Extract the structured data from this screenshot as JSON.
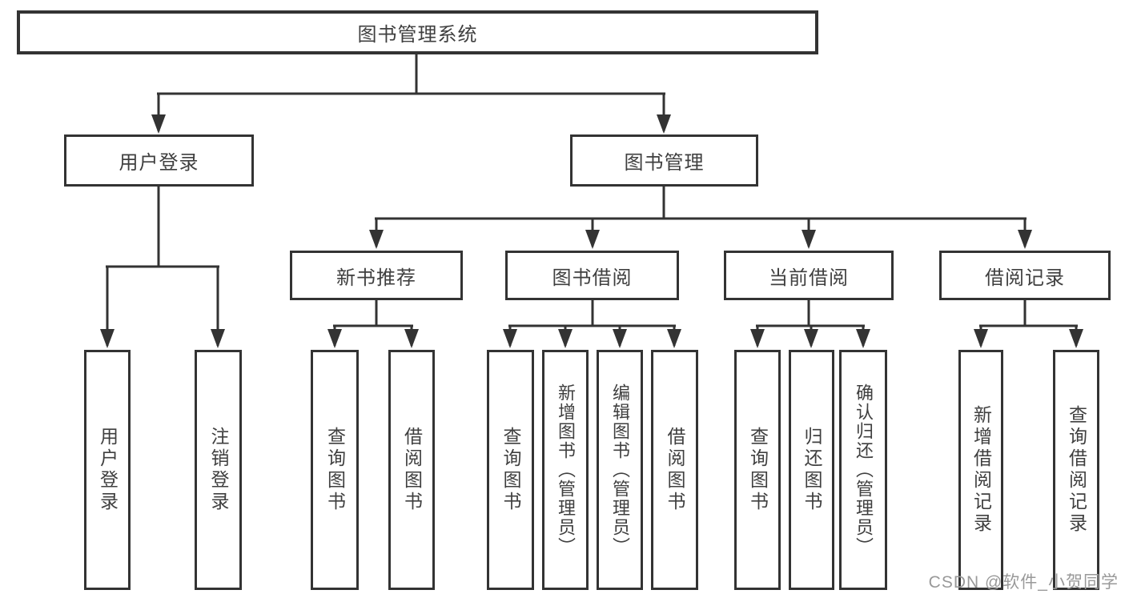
{
  "diagram": {
    "title": "图书管理系统",
    "tree": {
      "root": {
        "label": "图书管理系统"
      },
      "children": [
        {
          "label": "用户登录",
          "children": [
            {
              "label": "用户登录"
            },
            {
              "label": "注销登录"
            }
          ]
        },
        {
          "label": "图书管理",
          "children": [
            {
              "label": "新书推荐",
              "children": [
                {
                  "label": "查询图书"
                },
                {
                  "label": "借阅图书"
                }
              ]
            },
            {
              "label": "图书借阅",
              "children": [
                {
                  "label": "查询图书"
                },
                {
                  "label": "新增图书（管理员）"
                },
                {
                  "label": "编辑图书（管理员）"
                },
                {
                  "label": "借阅图书"
                }
              ]
            },
            {
              "label": "当前借阅",
              "children": [
                {
                  "label": "查询图书"
                },
                {
                  "label": "归还图书"
                },
                {
                  "label": "确认归还（管理员）"
                }
              ]
            },
            {
              "label": "借阅记录",
              "children": [
                {
                  "label": "新增借阅记录"
                },
                {
                  "label": "查询借阅记录"
                }
              ]
            }
          ]
        }
      ]
    },
    "colors": {
      "line": "#333333",
      "box_border": "#333333",
      "text": "#3f3f3f",
      "watermark": "#999999",
      "background": "#ffffff"
    }
  },
  "watermark": {
    "text": "CSDN @软件_小贺同学"
  }
}
